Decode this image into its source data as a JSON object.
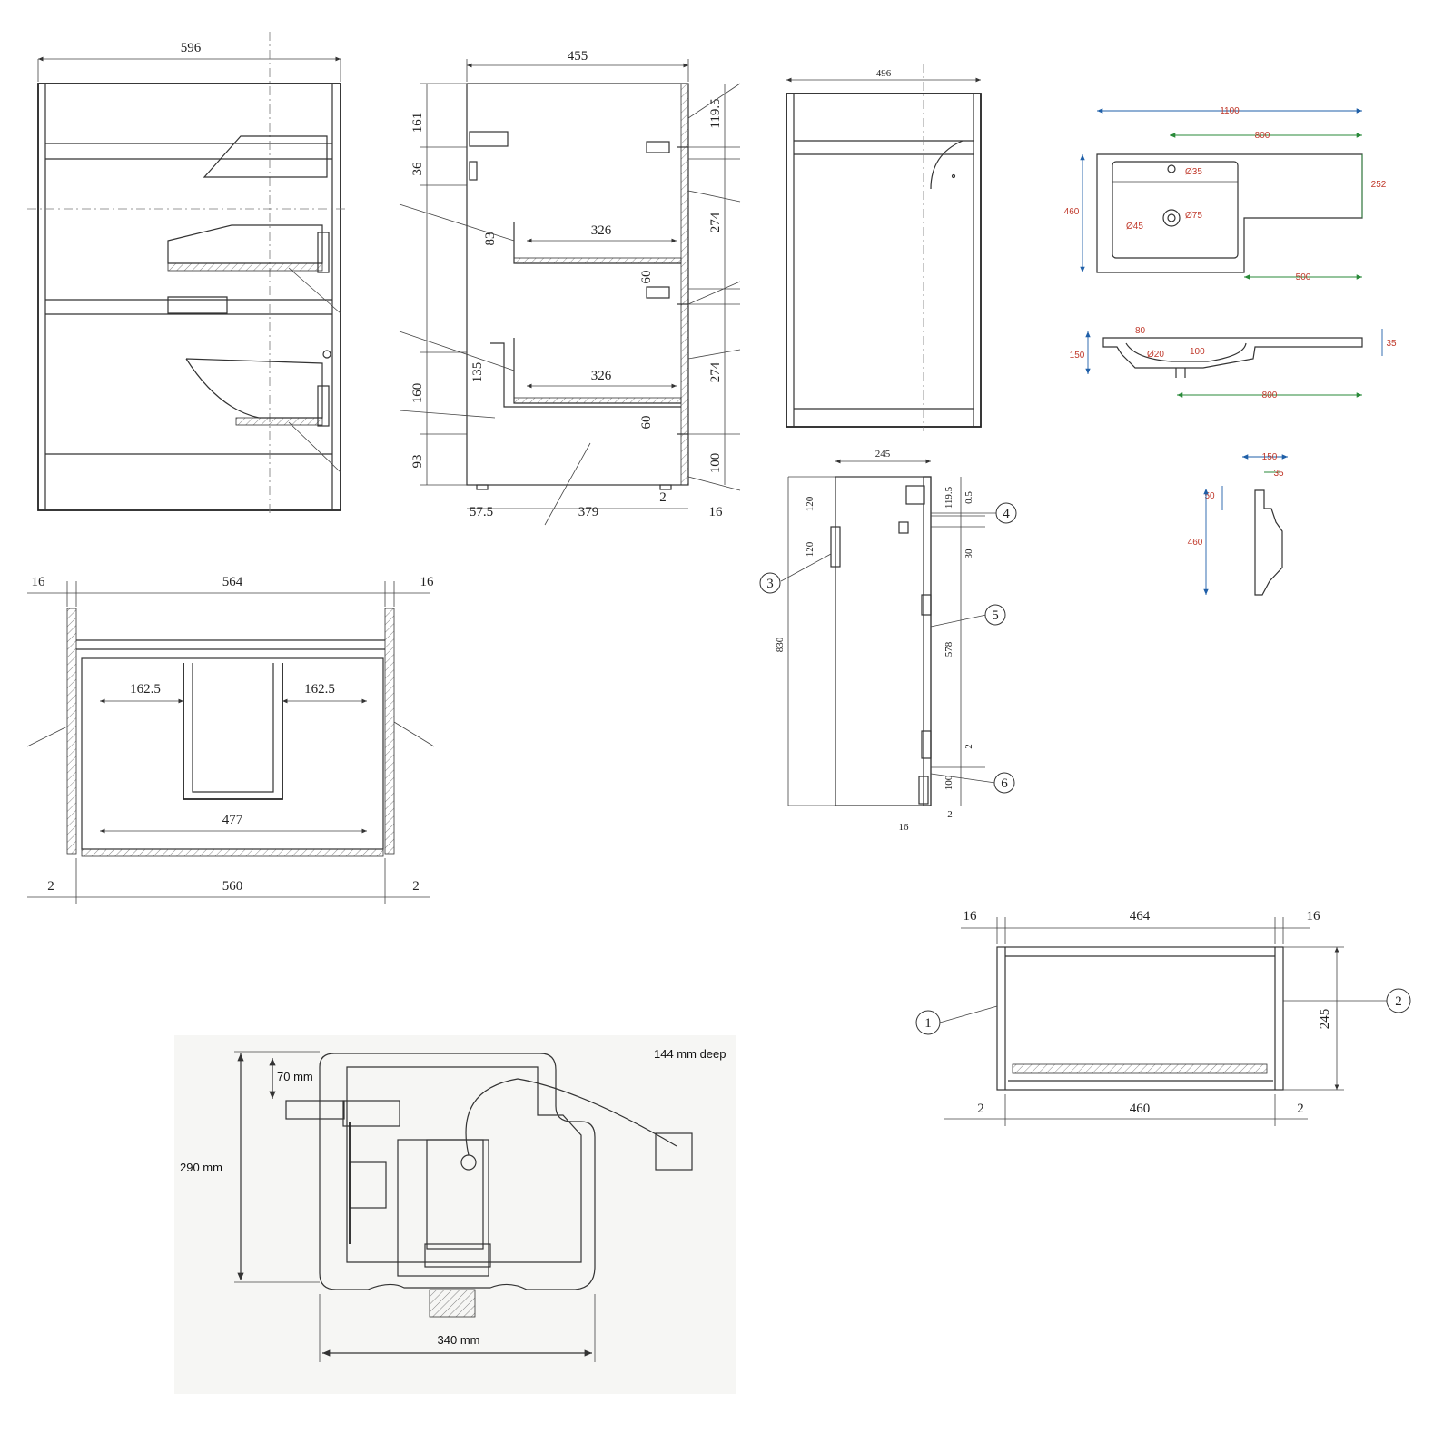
{
  "front_view": {
    "width": "596"
  },
  "side_section": {
    "depth": "455",
    "heights": [
      "161",
      "36",
      "83",
      "135",
      "160",
      "93"
    ],
    "right_heights": [
      "119.5",
      "274",
      "60",
      "274",
      "60",
      "100"
    ],
    "drawer_inner_top": "326",
    "drawer_inner_bottom": "326",
    "bottom_front": "57.5",
    "bottom_depth": "379",
    "gap": "2",
    "panel": "16"
  },
  "side_profile": {
    "width": "496"
  },
  "basin_plan": {
    "overall": "1100",
    "offset": "800",
    "depth": "460",
    "right_depth": "252",
    "tap_hole": "Ø35",
    "waste": "Ø45",
    "bowl": "Ø75",
    "ledge": "500"
  },
  "basin_section": {
    "height": "150",
    "lip": "80",
    "drain": "Ø20",
    "inner": "100",
    "edge": "35",
    "span": "800"
  },
  "basin_end": {
    "top": "150",
    "inner": "35",
    "step": "50",
    "depth": "460"
  },
  "plan_drawer": {
    "left": "16",
    "width": "564",
    "right": "16",
    "cut_left": "162.5",
    "cut_right": "162.5",
    "inner": "477",
    "gap_left": "2",
    "base": "560",
    "gap_right": "2"
  },
  "side_detail": {
    "width": "245",
    "h1": "120",
    "h2": "120",
    "total": "830",
    "t1": "119.5",
    "t2": "0.5",
    "t3": "30",
    "t4": "578",
    "t5": "2",
    "t6": "100",
    "b1": "16",
    "b2": "2",
    "callouts": [
      "3",
      "4",
      "5",
      "6"
    ]
  },
  "end_panel": {
    "left": "16",
    "width": "464",
    "right": "16",
    "height": "245",
    "gap_left": "2",
    "base": "460",
    "gap_right": "2",
    "callouts": [
      "1",
      "2"
    ]
  },
  "cistern": {
    "deep": "144 mm deep",
    "top_offset": "70 mm",
    "height": "290 mm",
    "width": "340 mm"
  }
}
